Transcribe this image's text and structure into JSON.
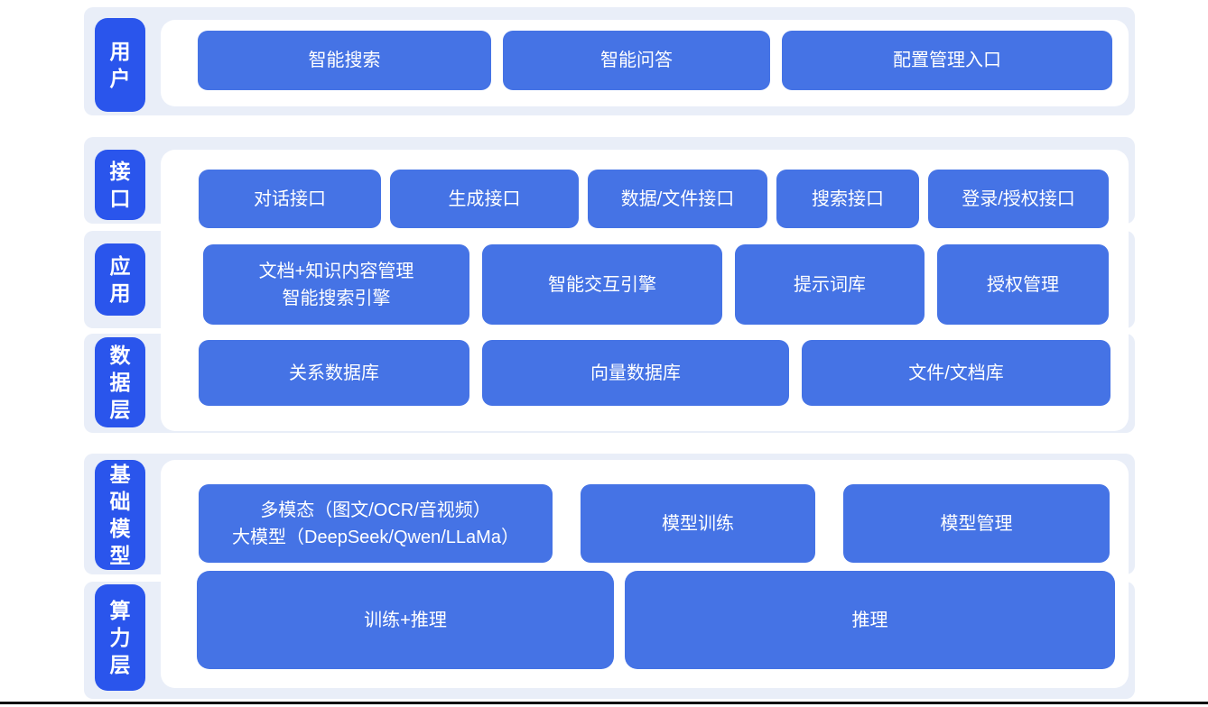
{
  "colors": {
    "page_bg": "#ffffff",
    "band_bg": "#e9eef8",
    "panel_bg": "#ffffff",
    "label_bg": "#2a55ec",
    "block_bg": "#4573e5",
    "label_text": "#ffffff",
    "block_text": "#ffffff",
    "bottom_rule": "#0d0d0d"
  },
  "sections": [
    {
      "bands": [
        {
          "label": "用户",
          "buttons": [
            "智能搜索",
            "智能问答",
            "配置管理入口"
          ]
        }
      ]
    },
    {
      "bands": [
        {
          "label": "接口",
          "buttons": [
            "对话接口",
            "生成接口",
            "数据/文件接口",
            "搜索接口",
            "登录/授权接口"
          ]
        },
        {
          "label": "应用",
          "buttons": [
            "文档+知识内容管理\n智能搜索引擎",
            "智能交互引擎",
            "提示词库",
            "授权管理"
          ]
        },
        {
          "label": "数据层",
          "buttons": [
            "关系数据库",
            "向量数据库",
            "文件/文档库"
          ]
        }
      ]
    },
    {
      "bands": [
        {
          "label": "基础模型",
          "buttons": [
            "多模态（图文/OCR/音视频）\n大模型（DeepSeek/Qwen/LLaMa）",
            "模型训练",
            "模型管理"
          ]
        },
        {
          "label": "算力层",
          "buttons": [
            "训练+推理",
            "推理"
          ]
        }
      ]
    }
  ]
}
